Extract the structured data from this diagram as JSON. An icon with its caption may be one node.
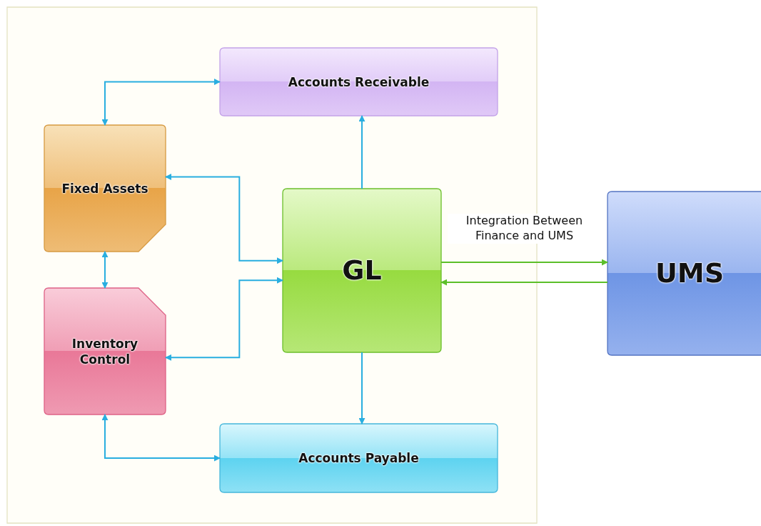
{
  "diagram": {
    "nodes": [
      {
        "text": [],
        "shape": "box"
      },
      {
        "text": [
          "Accounts Receivable"
        ],
        "in": 0
      },
      {
        "text": [
          "Fixed Assets"
        ],
        "in": 0
      },
      {
        "text": [
          "GL"
        ],
        "in": 0
      },
      {
        "text": [
          "Inventory Control"
        ],
        "in": 0
      },
      {
        "text": [
          "Accounts Payable"
        ],
        "in": 0
      },
      {
        "text": [
          "UMS"
        ]
      }
    ],
    "edges": [
      {
        "from": 2,
        "to": 1,
        "arrow": "both"
      },
      {
        "from": 2,
        "to": 4,
        "arrow": "both"
      },
      {
        "from": 4,
        "to": 5,
        "arrow": "both"
      },
      {
        "from": 3,
        "to": 1,
        "arrow": "to"
      },
      {
        "from": 3,
        "to": 5,
        "arrow": "to"
      },
      {
        "from": 3,
        "to": 2,
        "arrow": "both"
      },
      {
        "from": 3,
        "to": 4,
        "arrow": "both"
      },
      {
        "from": 3,
        "to": 6,
        "arrow": "to",
        "color": "#5cbf2a",
        "label": "Integration Between Finance and UMS"
      },
      {
        "from": 6,
        "to": 3,
        "arrow": "to",
        "color": "#5cbf2a"
      }
    ]
  }
}
